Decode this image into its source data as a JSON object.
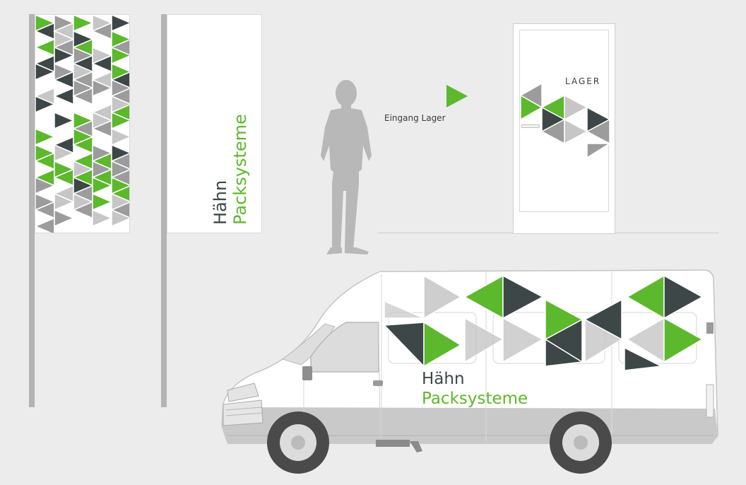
{
  "colors": {
    "green": "#5cb82c",
    "dark": "#3d4747",
    "grey": "#9c9c9c",
    "light_grey": "#c6c6c6",
    "background": "#ececec"
  },
  "brand": {
    "line1": "Hähn",
    "line2": "Packsysteme"
  },
  "wayfinding": {
    "entrance_label": "Eingang Lager",
    "door_label": "LAGER",
    "arrow_icon": "green-triangle-arrow-icon"
  },
  "vehicle": {
    "brand_line1": "Hähn",
    "brand_line2": "Packsysteme"
  }
}
